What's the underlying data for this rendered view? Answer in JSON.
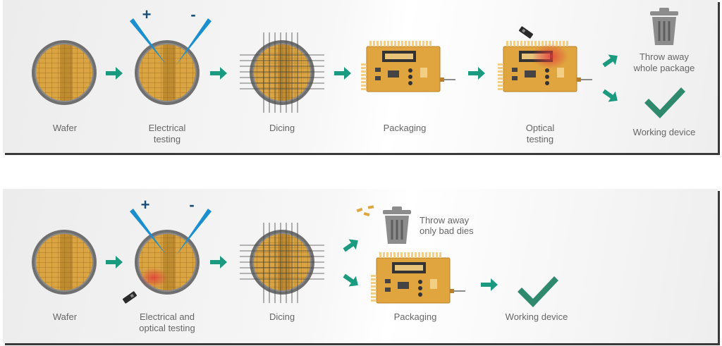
{
  "top_process": {
    "steps": [
      {
        "label_lines": [
          "Wafer"
        ]
      },
      {
        "label_lines": [
          "Electrical",
          "testing"
        ]
      },
      {
        "label_lines": [
          "Dicing"
        ]
      },
      {
        "label_lines": [
          "Packaging"
        ]
      },
      {
        "label_lines": [
          "Optical",
          "testing"
        ]
      }
    ],
    "outcome_reject_lines": [
      "Throw away",
      "whole package"
    ],
    "outcome_pass": "Working device",
    "probe_plus": "+",
    "probe_minus": "-"
  },
  "bottom_process": {
    "steps": [
      {
        "label_lines": [
          "Wafer"
        ]
      },
      {
        "label_lines": [
          "Electrical and",
          "optical testing"
        ]
      },
      {
        "label_lines": [
          "Dicing"
        ]
      },
      {
        "label_lines": [
          "Packaging"
        ]
      }
    ],
    "outcome_reject_lines": [
      "Throw away",
      "only bad dies"
    ],
    "outcome_pass": "Working device",
    "probe_plus": "+",
    "probe_minus": "-"
  },
  "colors": {
    "arrow": "#1a9a7e",
    "probe": "#1a8fd0",
    "sign": "#1a4f7a",
    "die": "#d9a441",
    "wafer_edge": "#6f6f6f",
    "board": "#e0a53e",
    "check": "#2f8a6d",
    "trash": "#8c8c8c",
    "laser": "#e23b3b"
  }
}
